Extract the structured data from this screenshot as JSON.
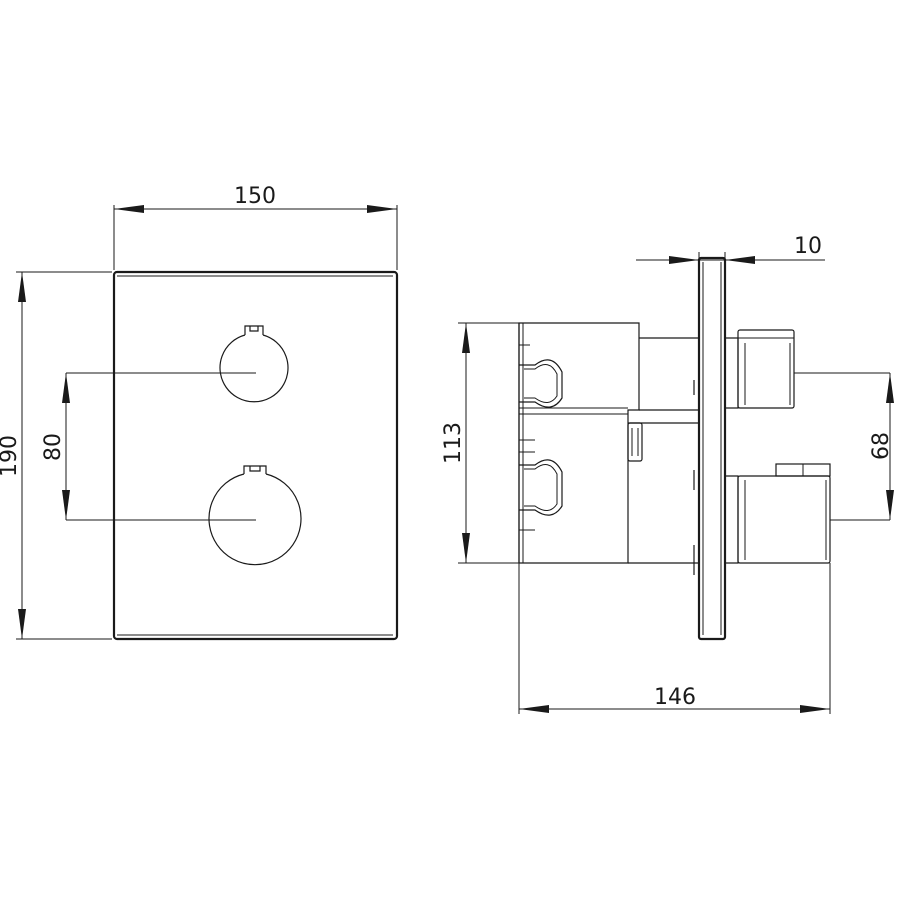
{
  "dimensions": {
    "width": "150",
    "height": "190",
    "spacing": "80",
    "depth": "113",
    "plate": "10",
    "offset": "68",
    "length": "146"
  }
}
